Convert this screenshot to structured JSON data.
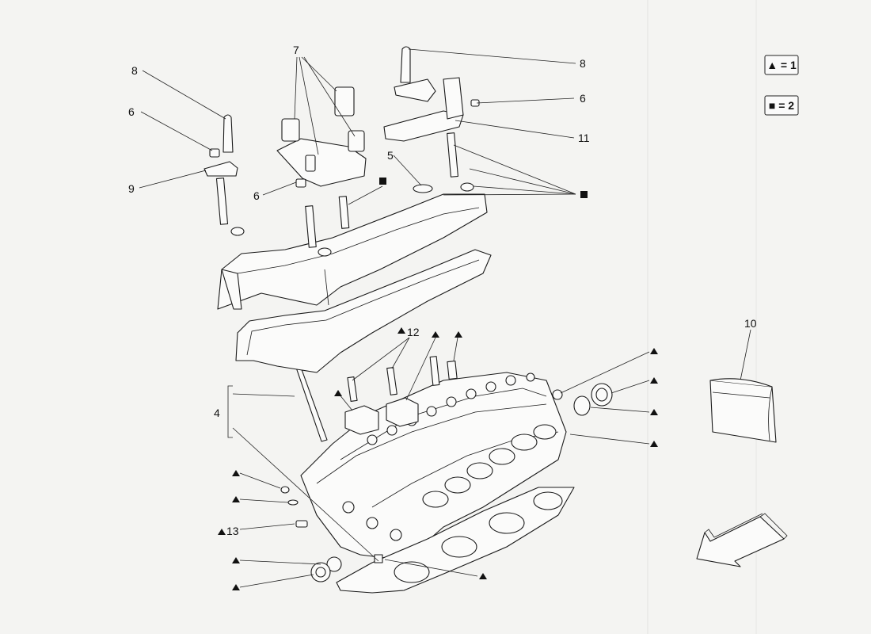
{
  "legend": {
    "triangle": "▲ = 1",
    "square": "■ = 2"
  },
  "callouts": {
    "c8_left": "8",
    "c6_left": "6",
    "c9": "9",
    "c7": "7",
    "c6_mid": "6",
    "c5": "5",
    "c8_right": "8",
    "c6_right": "6",
    "c11": "11",
    "c12": "12",
    "c4": "4",
    "c13": "13",
    "c10": "10"
  },
  "marker_glyphs": {
    "triangle": "▲",
    "square": "■"
  },
  "colors": {
    "background": "#f4f4f2",
    "line": "#1a1a1a",
    "fold_line": "#e2e2e0"
  }
}
